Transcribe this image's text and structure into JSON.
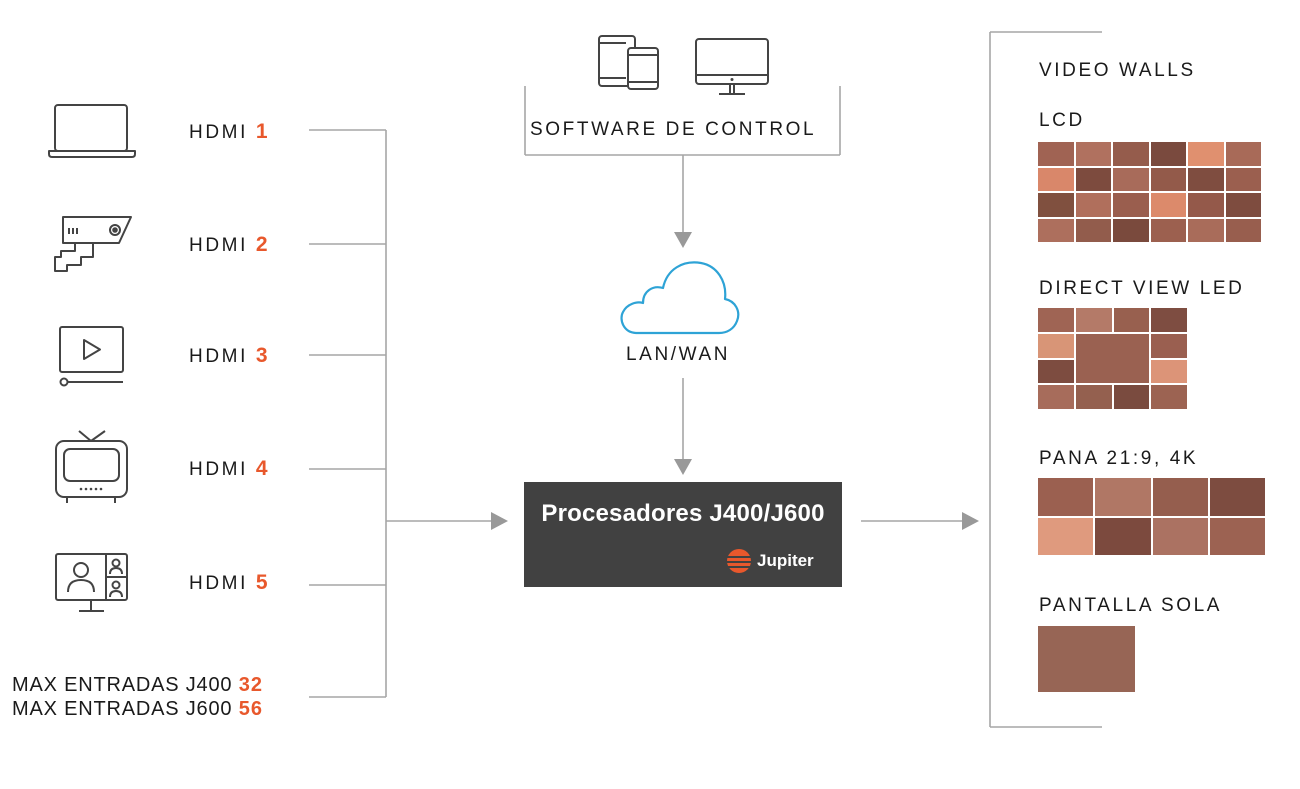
{
  "inputs": [
    {
      "prefix": "HDMI",
      "number": "1",
      "icon": "laptop-icon"
    },
    {
      "prefix": "HDMI",
      "number": "2",
      "icon": "security-camera-icon"
    },
    {
      "prefix": "HDMI",
      "number": "3",
      "icon": "video-player-icon"
    },
    {
      "prefix": "HDMI",
      "number": "4",
      "icon": "television-icon"
    },
    {
      "prefix": "HDMI",
      "number": "5",
      "icon": "video-conference-icon"
    }
  ],
  "max_inputs": [
    {
      "label": "MAX ENTRADAS J400",
      "value": "32"
    },
    {
      "label": "MAX ENTRADAS J600",
      "value": "56"
    }
  ],
  "control": {
    "label": "SOFTWARE DE CONTROL",
    "icons": [
      "mobile-devices-icon",
      "monitor-icon"
    ]
  },
  "network": {
    "label": "LAN/WAN",
    "icon": "cloud-icon"
  },
  "processor": {
    "title": "Procesadores J400/J600",
    "brand": "Jupiter",
    "brand_icon": "jupiter-logo-icon"
  },
  "outputs": {
    "heading": "VIDEO WALLS",
    "walls": [
      {
        "label": "LCD"
      },
      {
        "label": "DIRECT VIEW LED"
      },
      {
        "label": "PANA 21:9, 4K"
      },
      {
        "label": "PANTALLA SOLA"
      }
    ]
  },
  "colors": {
    "accent": "#e8582c",
    "processor_bg": "#414141",
    "line": "#a6a6a6",
    "arrow": "#999999",
    "cloud": "#2ea3d6"
  }
}
